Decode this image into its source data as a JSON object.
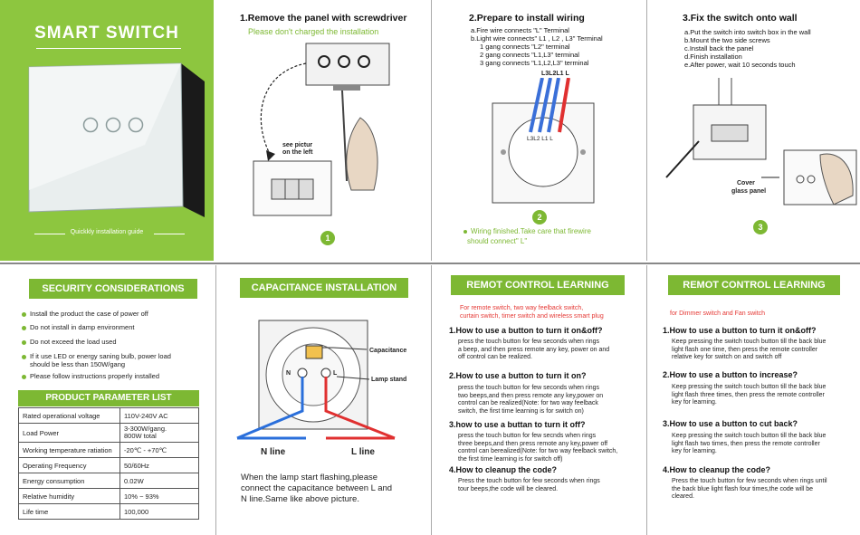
{
  "hero": {
    "title": "SMART SWITCH",
    "guide": "Quickkly installation guide"
  },
  "step1": {
    "title": "1.Remove the panel with screwdriver",
    "sub": "Please don't charged the installation",
    "note_line1": "see pictur",
    "note_line2": "on the left",
    "num": "1"
  },
  "step2": {
    "title": "2.Prepare to install wiring",
    "lines": [
      "a.Fire wire connects \"L\" Terminal",
      "b.Light wire connects\" L1 , L2 , L3\" Terminal",
      "1 gang connects \"L2\" terminal",
      "2 gang connects \"L1,L3\" terminal",
      "3 gang connects \"L1,L2,L3\" terminal"
    ],
    "terminals_top": "L3L2L1  L",
    "terminals_inner": "L3L2 L1  L",
    "finish_line1": "Wiring finished.Take care that firewire",
    "finish_line2": "should connect\" L\"",
    "num": "2"
  },
  "step3": {
    "title": "3.Fix the switch onto wall",
    "lines": [
      "a.Put the switch into switch box in the wall",
      "b.Mount the two side screws",
      "c.Install back the panel",
      "d.Finish installation",
      "e.After power, wait 10 seconds touch"
    ],
    "cover_line1": "Cover",
    "cover_line2": "glass panel",
    "num": "3"
  },
  "security": {
    "header": "SECURITY CONSIDERATIONS",
    "items": [
      "Install the product the case of power off",
      "Do not install in damp environment",
      "Do not exceed the load used",
      "If it use LED or energy saning bulb, power load",
      "Please follow instructions properly installed"
    ],
    "item4_cont": "should be less than 150W/gang"
  },
  "params": {
    "header": "PRODUCT PARAMETER LIST",
    "rows": [
      [
        "Rated operational voltage",
        "110V-240V AC"
      ],
      [
        "Load Power",
        "3-300W/gang."
      ],
      [
        "Working temperature ratiation",
        "-20℃ - +70℃"
      ],
      [
        "Operating Frequency",
        "50/60Hz"
      ],
      [
        "Energy consumption",
        "0.02W"
      ],
      [
        "Relative humidity",
        "10% ~ 93%"
      ],
      [
        "Life time",
        "100,000"
      ]
    ],
    "load_total": "800W total"
  },
  "capacitance": {
    "header": "CAPACITANCE INSTALLATION",
    "label_cap": "Capacitance",
    "label_lamp": "Lamp stand",
    "label_n": "N",
    "label_l": "L",
    "n_line": "N line",
    "l_line": "L line",
    "desc_line1": "When the lamp start flashing,please",
    "desc_line2": "connect the capacitance between L and",
    "desc_line3": "N line.Same like above picture."
  },
  "remote1": {
    "header": "REMOT CONTROL LEARNING",
    "red_line1": "For remote switch, two way feelback switch,",
    "red_line2": "curtain switch, timer switch and wireless smart plug",
    "q1": "1.How to use a button to turn it on&off?",
    "a1": [
      "press the touch button for few seconds when rings",
      "a beep, and then press remote any key, power on and",
      "off control can be realized."
    ],
    "q2": "2.How to use a button to turn it on?",
    "a2": [
      "press the touch button for few seconds when rings",
      "two beeps,and then press remote any key,power on",
      "control can be realized(Note: for two way feelback",
      "switch, the first time learning is for switch on)"
    ],
    "q3": "3.how to use a buttan to turn it off?",
    "a3": [
      "press the touch button for few secnds when rings",
      "three beeps,and then press remote any key,power off",
      "control can berealized(Note: for two way feelback switch,",
      "the first time learning is for switch off)"
    ],
    "q4": "4.How to cleanup the code?",
    "a4": [
      "Press the touch button for few seconds when rings",
      "tour beeps,the code will be cleared."
    ]
  },
  "remote2": {
    "header": "REMOT CONTROL LEARNING",
    "red_line1": "for Dimmer switch and Fan switch",
    "q1": "1.How to use a button to turn it on&off?",
    "a1": [
      "Keep pressing the switch touch button till the back blue",
      "light flash one time, then press the remote controller",
      "relative key for switch on and switch off"
    ],
    "q2": "2.How to use a button to  increase?",
    "a2": [
      "Keep pressing the switch touch button till the back blue",
      "light flash three times, then press the remote controller",
      "key for  learning."
    ],
    "q3": "3.How to use a button to  cut back?",
    "a3": [
      "Keep pressing the switch touch button till the back blue",
      "light flash two times, then press the remote controller",
      "key for learning."
    ],
    "q4": "4.How to cleanup the code?",
    "a4": [
      "Press the touch button for few seconds when rings until",
      "the back blue light flash four times,the code will be",
      "cleared."
    ]
  }
}
